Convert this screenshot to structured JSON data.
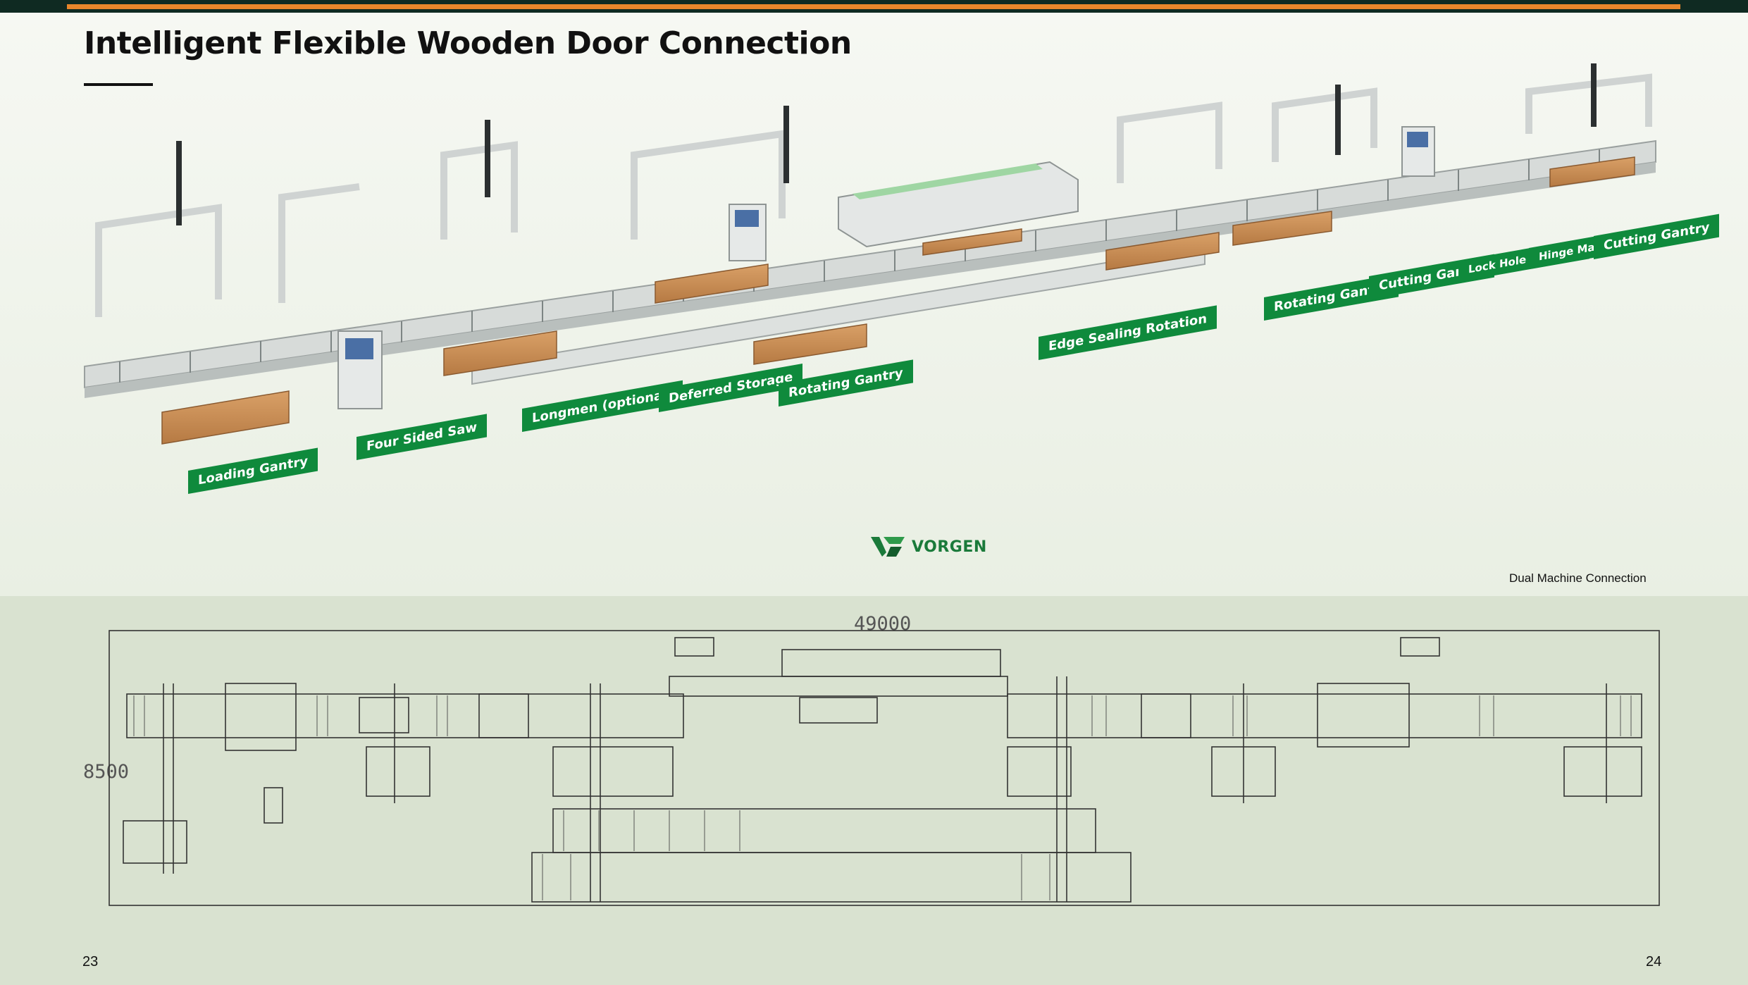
{
  "title": "Intelligent Flexible Wooden Door Connection",
  "labels": [
    "Loading Gantry",
    "Four Sided Saw",
    "Longmen (optional)",
    "Deferred Storage",
    "Rotating Gantry",
    "Edge Sealing Rotation",
    "Rotating Gantry",
    "Cutting Gantry",
    "Lock Hole Machine",
    "Hinge Machine",
    "Cutting Gantry"
  ],
  "brand": "VORGEN",
  "caption": "Dual Machine Connection",
  "dimensions": {
    "width": "49000",
    "height": "8500"
  },
  "pages": {
    "left": "23",
    "right": "24"
  },
  "colors": {
    "accent_orange": "#e8862b",
    "label_green": "#0f8a3c",
    "top_bar": "#0f2a22"
  }
}
